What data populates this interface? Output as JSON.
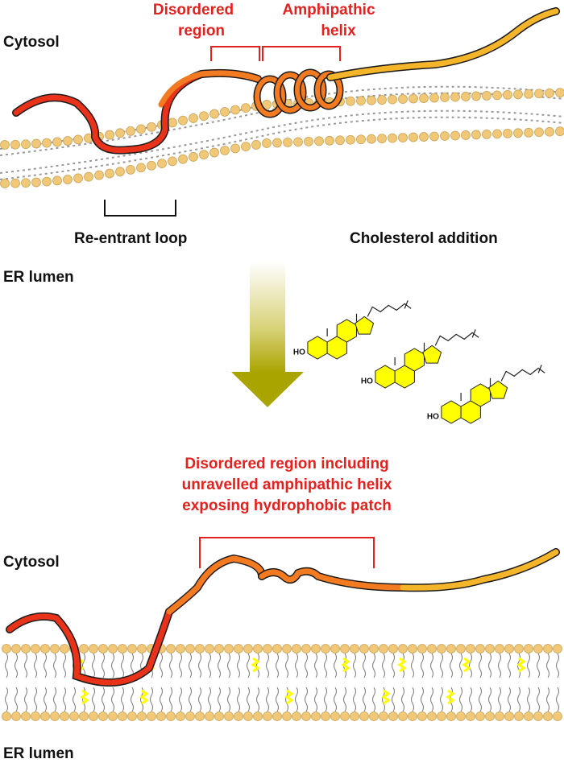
{
  "top_panel": {
    "cytosol": "Cytosol",
    "disordered_region": [
      "Disordered",
      "region"
    ],
    "amphipathic_helix": [
      "Amphipathic",
      "helix"
    ],
    "reentrant_loop": "Re-entrant loop",
    "cholesterol_addition": "Cholesterol addition",
    "er_lumen": "ER lumen"
  },
  "cholesterol": {
    "hydroxyl_label": "HO"
  },
  "bottom_panel": {
    "annotation": [
      "Disordered region including",
      "unravelled amphipathic helix",
      "exposing hydrophobic patch"
    ],
    "cytosol": "Cytosol",
    "er_lumen": "ER lumen"
  },
  "colors": {
    "annotation_red": "#e3211f",
    "lipid_head": "#f0c878",
    "ribbon_red": "#e8321a",
    "ribbon_orange": "#f27a20",
    "ribbon_yellow": "#f5b52a",
    "cholesterol_yellow": "#ffff00",
    "arrow_olive": "#b5b000"
  }
}
